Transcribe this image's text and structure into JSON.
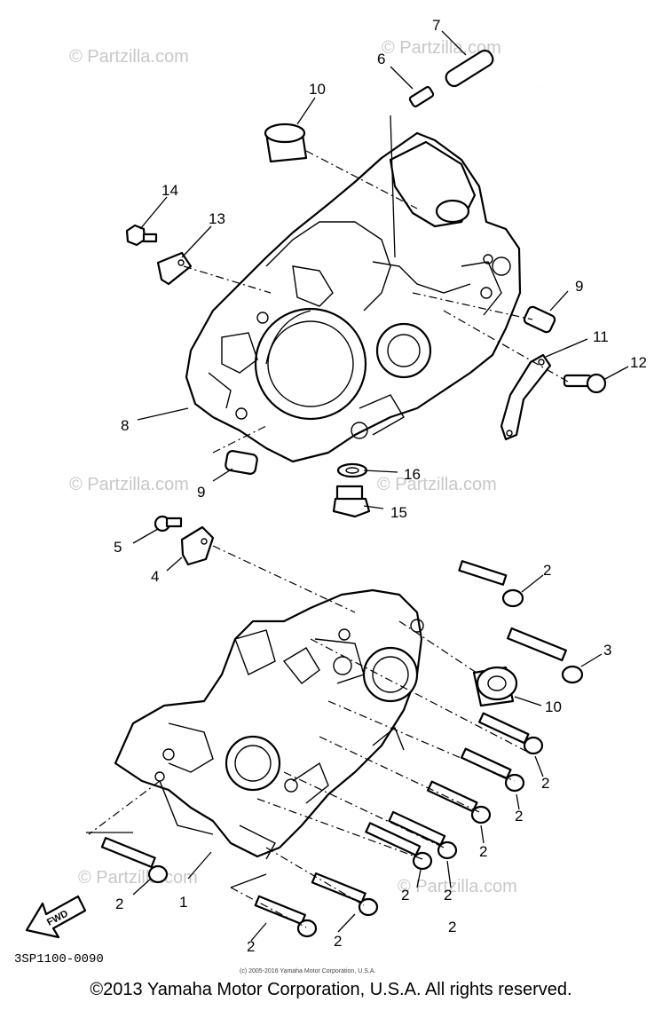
{
  "watermarks": {
    "top": "© Partzilla.com",
    "top_right": "© Partzilla.com",
    "middle_left": "© Partzilla.com",
    "middle_right": "© Partzilla.com",
    "bottom_left": "© Partzilla.com",
    "bottom_right": "© Partzilla.com"
  },
  "callouts": {
    "c1": "1",
    "c2a": "2",
    "c2b": "2",
    "c2c": "2",
    "c2d": "2",
    "c2e": "2",
    "c2f": "2",
    "c2g": "2",
    "c2h": "2",
    "c2i": "2",
    "c2j": "2",
    "c3": "3",
    "c4": "4",
    "c5": "5",
    "c6": "6",
    "c7": "7",
    "c8": "8",
    "c9a": "9",
    "c9b": "9",
    "c10a": "10",
    "c10b": "10",
    "c11": "11",
    "c12": "12",
    "c13": "13",
    "c14": "14",
    "c15": "15",
    "c16": "16"
  },
  "fwd_label": "FWD",
  "diagram_code": "3SP1100-0090",
  "fine_print": "(c) 2005-2016 Yamaha Motor Corporation, U.S.A.",
  "copyright": "©2013 Yamaha Motor Corporation, U.S.A. All rights reserved."
}
